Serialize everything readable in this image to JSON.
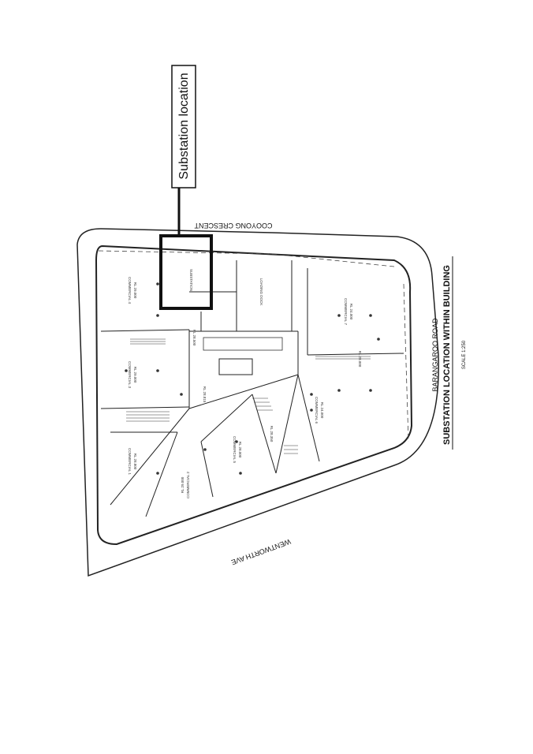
{
  "callout": {
    "label": "Substation location"
  },
  "streets": {
    "north": "COOYONG CRESCENT",
    "south": "WENTWORTH AVE",
    "east": "BARANGAROO      ROAD"
  },
  "title": {
    "main": "SUBSTATION LOCATION WITHIN BUILDING",
    "scale": "SCALE 1:250"
  },
  "rooms": {
    "substation": "SUBSTATION",
    "loading_dock": "LOADING DOCK",
    "commercial_4": "COMMERCIAL 4",
    "commercial_4_rl": "RL 29.000",
    "commercial_3": "COMMERCIAL 3",
    "commercial_3_rl": "RL 29.000",
    "commercial_1": "COMMERCIAL 1",
    "commercial_1_rl": "RL 28.800",
    "commercial_2": "COMMERCIAL 2",
    "commercial_2_rl": "RL 29.000",
    "commercial_5": "COMMERCIAL 5",
    "commercial_5_rl": "RL 28.000",
    "commercial_6": "COMMERCIAL 6",
    "commercial_6_rl": "RL 24.000",
    "commercial_7": "COMMERCIAL 7",
    "commercial_7_rl": "RL 24.000"
  },
  "levels": {
    "l1": "RL 28.815",
    "l2": "RL 28.500",
    "l3": "RL 28.350",
    "l4": "RL 28.000"
  }
}
